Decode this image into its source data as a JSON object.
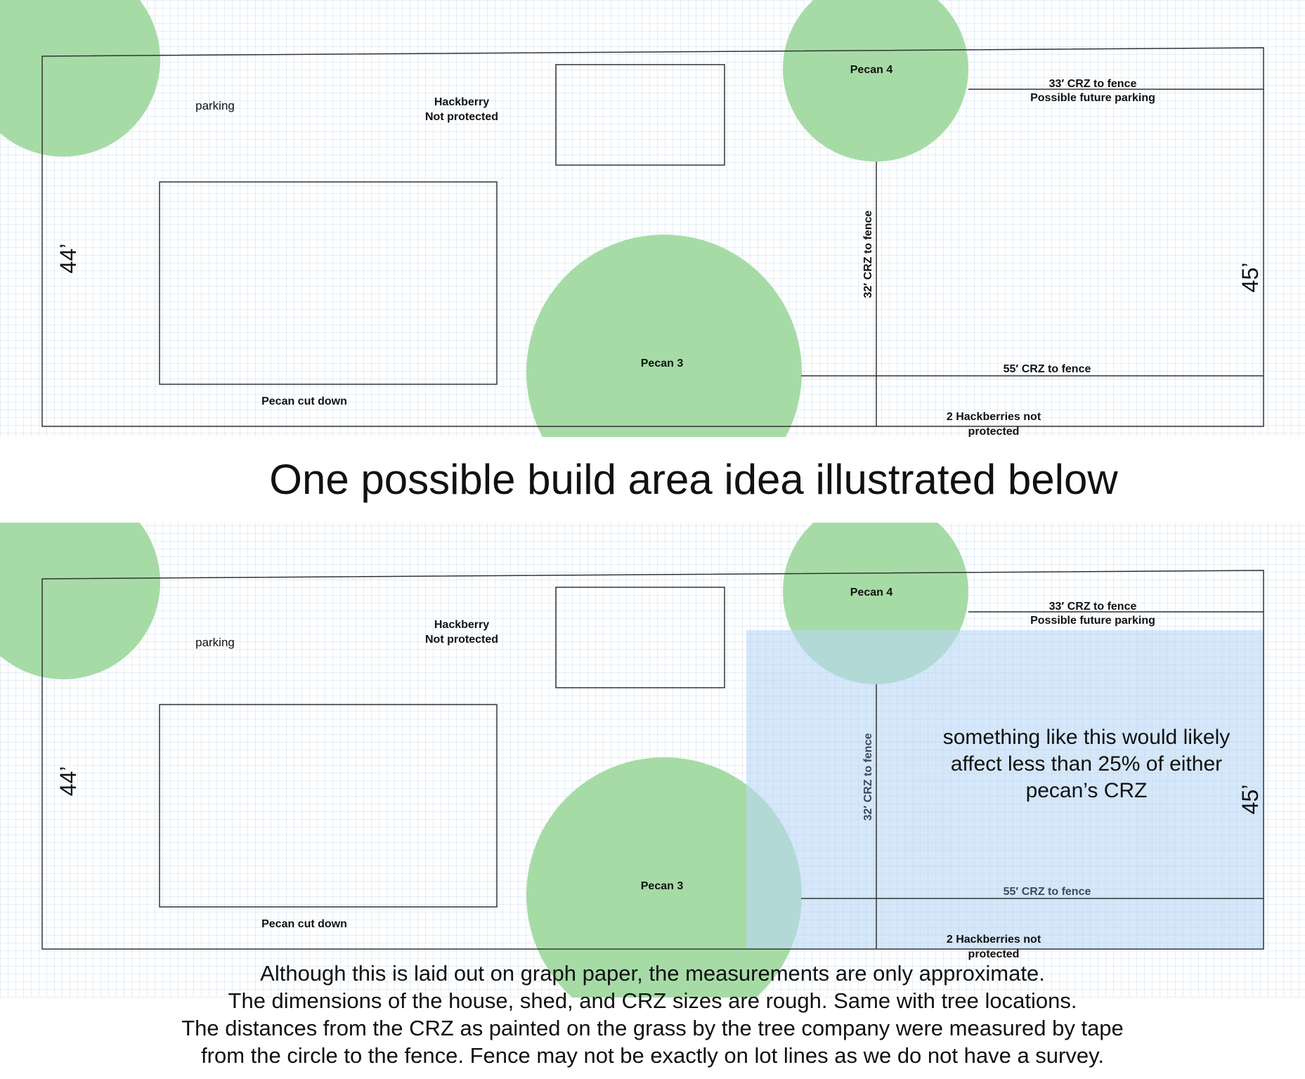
{
  "labels": {
    "parking": "parking",
    "hackberry_1": "Hackberry",
    "hackberry_2": "Not protected",
    "pecan_4": "Pecan 4",
    "pecan_3": "Pecan 3",
    "crz_33_1": "33′ CRZ to fence",
    "crz_33_2": "Possible future parking",
    "crz_32": "32′ CRZ to fence",
    "crz_55": "55′ CRZ to fence",
    "pecan_cut": "Pecan cut down",
    "hack2_1": "2 Hackberries not",
    "hack2_2": "protected",
    "dim_left": "44’",
    "dim_right": "45’"
  },
  "heading": "One possible build area idea illustrated below",
  "note": {
    "line1": "something like this would likely",
    "line2": "affect less than 25% of either",
    "line3": "pecan’s CRZ"
  },
  "disclaimer": {
    "line1": "Although this is laid out on graph paper, the measurements are  only approximate.",
    "line2": "The dimensions of the house, shed, and CRZ sizes are rough.  Same with tree locations.",
    "line3": "The distances from the CRZ as painted on the grass by the tree company were measured by tape",
    "line4": "from the circle to the fence.  Fence may not be exactly on lot lines as we do not have a survey."
  },
  "colors": {
    "grid": "#c9dcef",
    "tree": "#a6dba6",
    "build_area": "#cfe3f7",
    "line": "#333333"
  }
}
